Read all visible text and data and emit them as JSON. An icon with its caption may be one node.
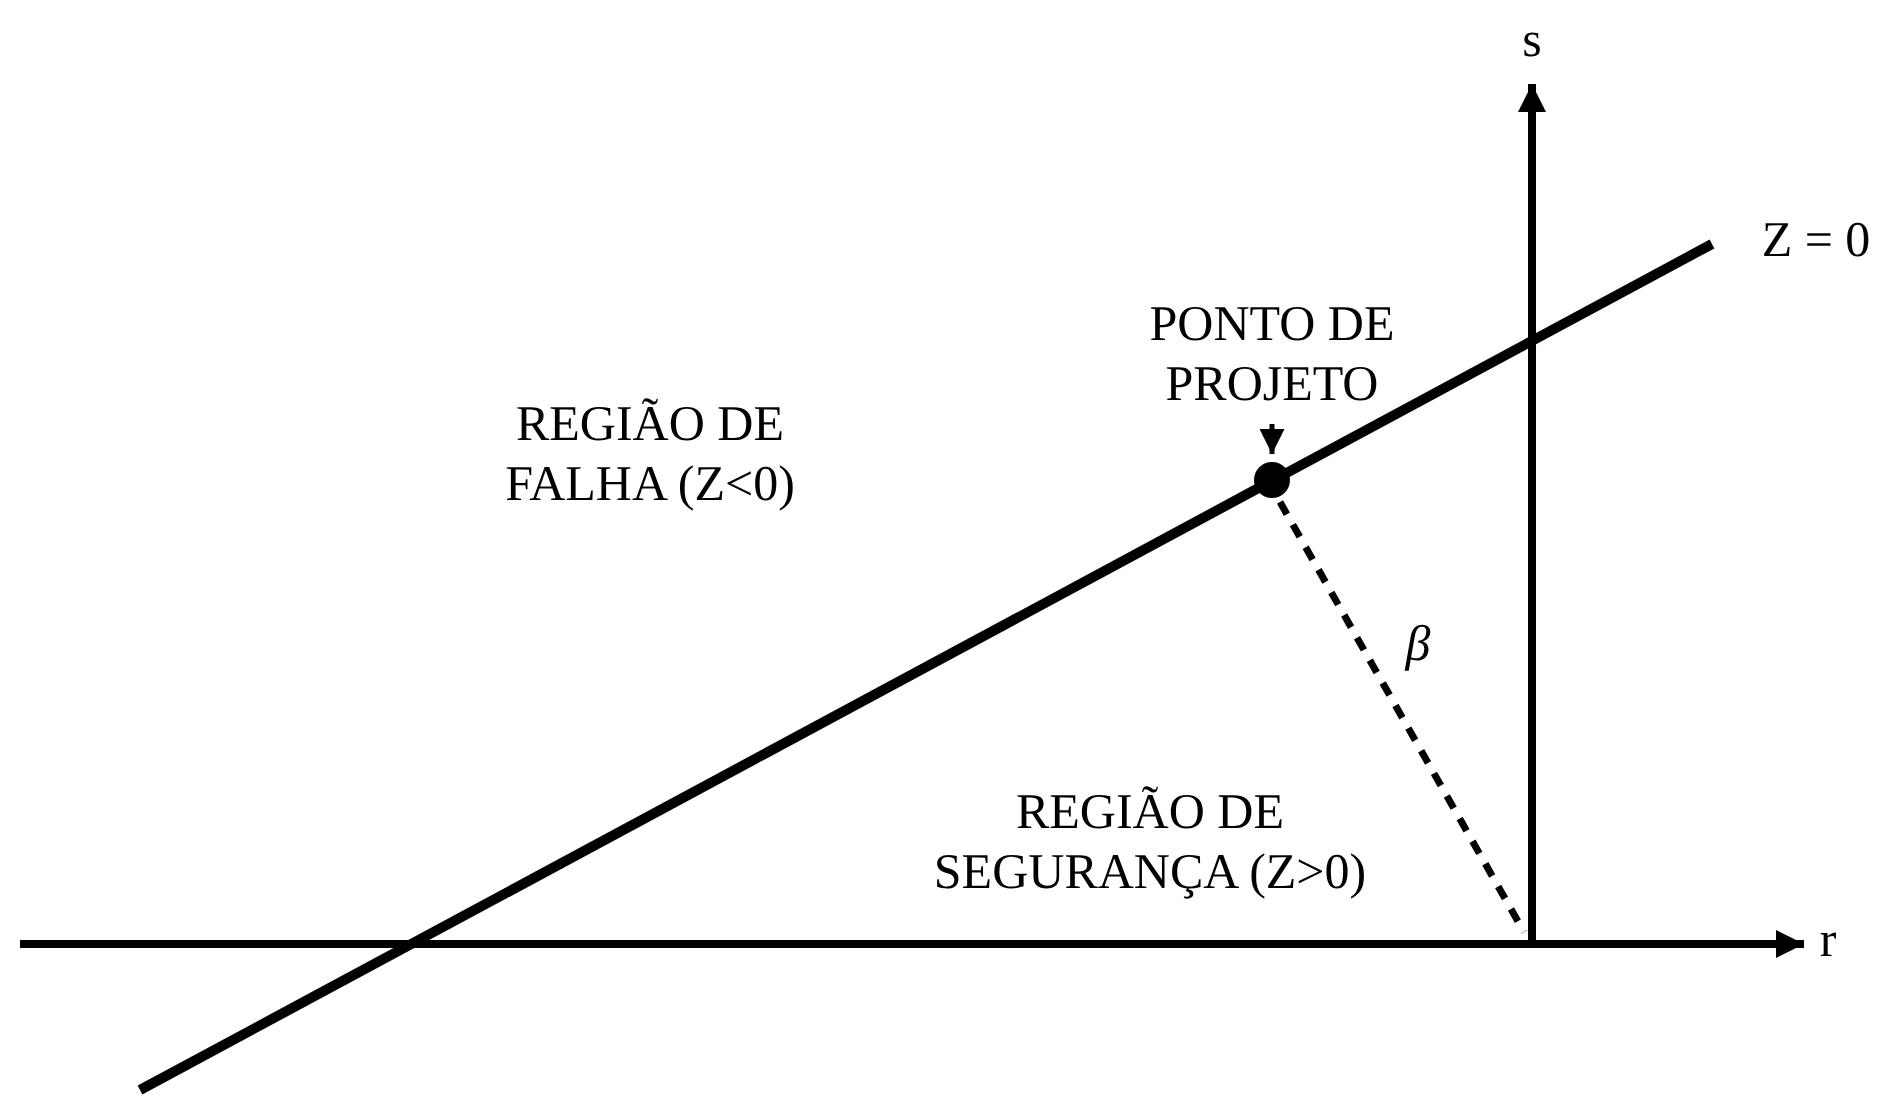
{
  "diagram": {
    "nodes": [
      {
        "text": [
          "PONTO DE PROJETO"
        ]
      },
      {
        "text": [],
        "shape": "circle"
      }
    ],
    "edges": [
      {
        "from": 0,
        "to": 1,
        "arrow": "to"
      }
    ],
    "labels": [
      "s",
      "Z = 0",
      "REGIÃO DE FALHA (Z<0)",
      "β",
      "REGIÃO DE SEGURANÇA (Z>0)",
      "r"
    ]
  }
}
